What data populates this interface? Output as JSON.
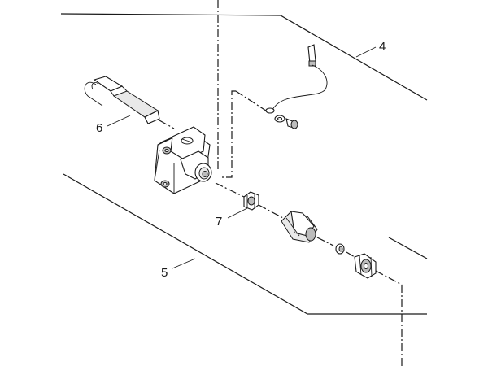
{
  "callouts": {
    "c4": "4",
    "c5": "5",
    "c6": "6",
    "c7": "7"
  }
}
